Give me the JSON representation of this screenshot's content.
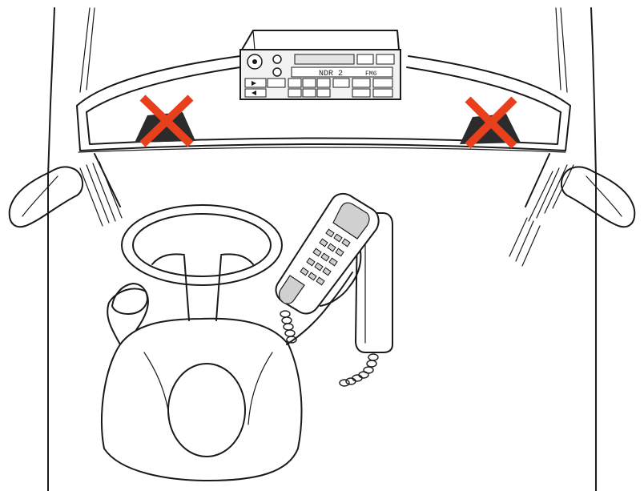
{
  "radio": {
    "display_text": "NDR 2",
    "band_text": "FM6"
  },
  "markers": {
    "left": {
      "color": "#e8401c",
      "meaning": "do-not-place"
    },
    "right": {
      "color": "#e8401c",
      "meaning": "do-not-place"
    }
  },
  "colors": {
    "line": "#1a1a1a",
    "shade": "#2b2b2b",
    "handset_screen": "#d0d0d0",
    "handset_keys": "#cfcfcf",
    "radio_face": "#f2f2f2"
  }
}
